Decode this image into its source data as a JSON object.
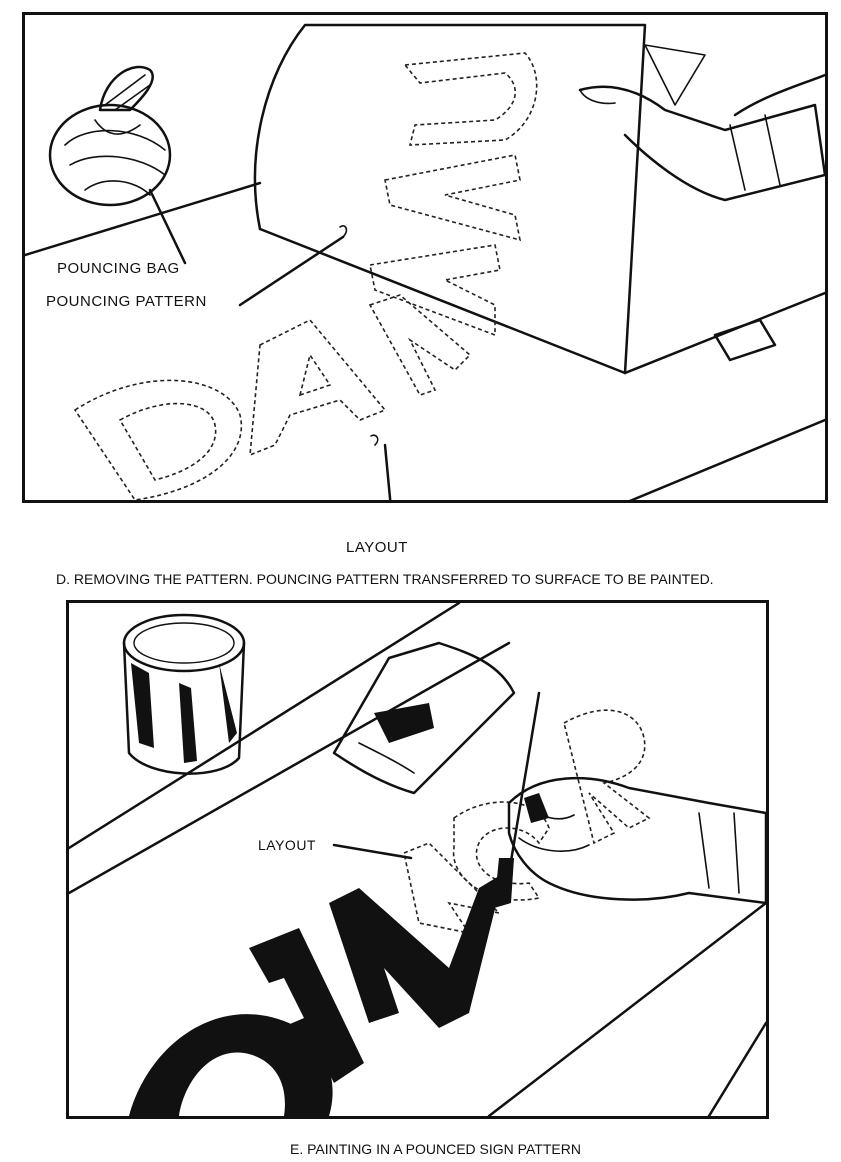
{
  "panel_d": {
    "labels": {
      "pouncing_bag": "POUNCING BAG",
      "pouncing_pattern": "POUNCING PATTERN",
      "layout": "LAYOUT"
    },
    "caption": "D. REMOVING THE PATTERN. POUNCING PATTERN TRANSFERRED TO SURFACE TO BE PAINTED."
  },
  "panel_e": {
    "labels": {
      "layout": "LAYOUT"
    },
    "caption": "E. PAINTING IN A POUNCED SIGN PATTERN"
  }
}
